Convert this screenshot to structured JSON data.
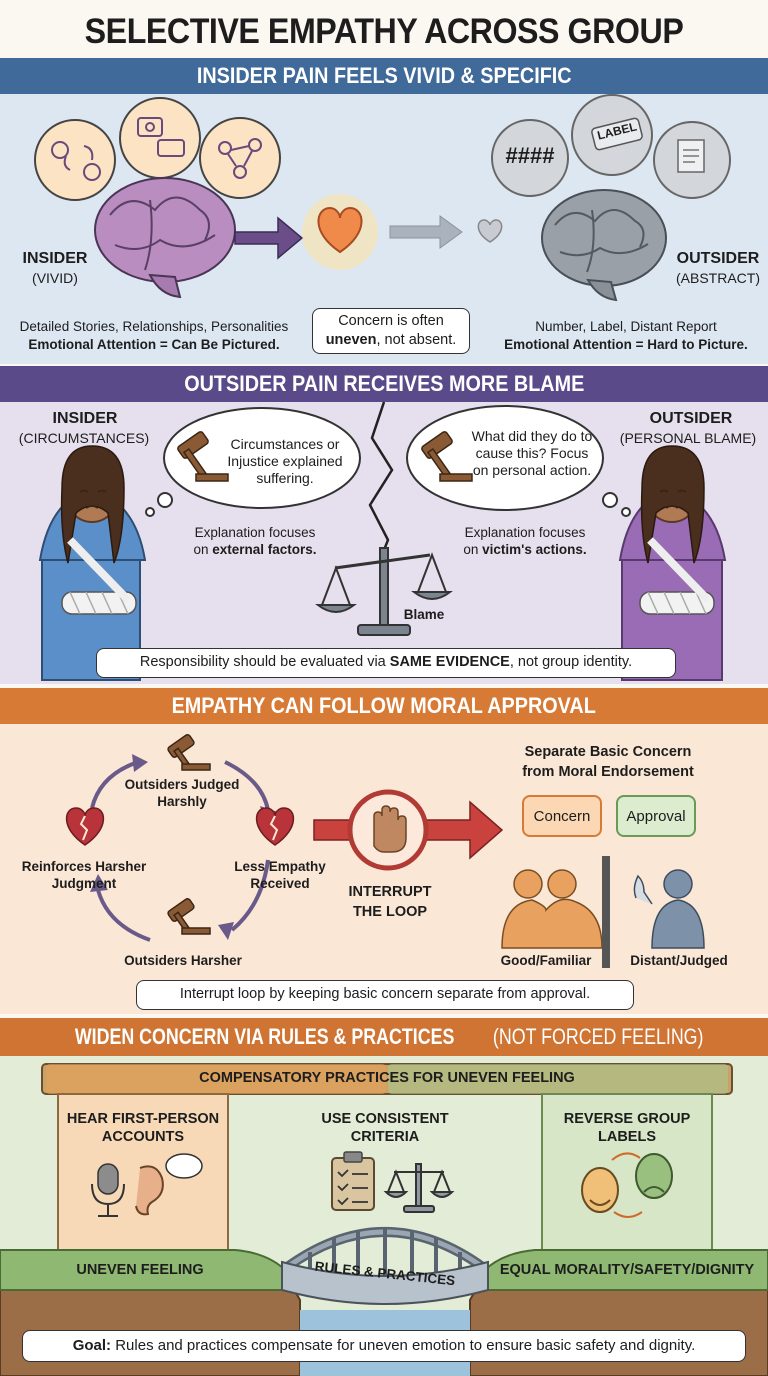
{
  "title": "SELECTIVE EMPATHY ACROSS GROUP BOUNDARIES",
  "colors": {
    "band1": "#3f6a99",
    "band2": "#5a4a8a",
    "band3": "#d77a35",
    "band4": "#cf7432",
    "panel1": "#dde7f2",
    "panel2": "#e6e0ee",
    "panel3": "#fbe7d6",
    "panel4": "#e2ecd6"
  },
  "section1": {
    "header": "INSIDER PAIN FEELS VIVID & SPECIFIC",
    "insider_label": "INSIDER",
    "insider_sub": "(VIVID)",
    "outsider_label": "OUTSIDER",
    "outsider_sub": "(ABSTRACT)",
    "outsider_bubbles": [
      "####",
      "LABEL"
    ],
    "insider_caption_1": "Detailed Stories, Relationships, Personalities",
    "insider_caption_2": "Emotional Attention = Can Be Pictured.",
    "center_note_1": "Concern is often",
    "center_note_bold": "uneven",
    "center_note_2": ", not absent.",
    "outsider_caption_1": "Number, Label, Distant Report",
    "outsider_caption_2": "Emotional Attention = Hard to Picture."
  },
  "section2": {
    "header": "OUTSIDER PAIN RECEIVES MORE BLAME",
    "insider_label": "INSIDER",
    "insider_sub": "(CIRCUMSTANCES)",
    "outsider_label": "OUTSIDER",
    "outsider_sub": "(PERSONAL BLAME)",
    "insider_thought": "Circumstances or Injustice explained suffering.",
    "outsider_thought": "What did they do to cause this? Focus on personal action.",
    "insider_expl_1": "Explanation focuses",
    "insider_expl_2a": "on ",
    "insider_expl_2b": "external factors.",
    "outsider_expl_1": "Explanation focuses",
    "outsider_expl_2a": "on ",
    "outsider_expl_2b": "victim's actions.",
    "scale_label": "Blame",
    "note_a": "Responsibility should be evaluated via ",
    "note_b": "SAME EVIDENCE",
    "note_c": ", not group identity."
  },
  "section3": {
    "header": "EMPATHY CAN FOLLOW MORAL APPROVAL",
    "cycle": [
      "Outsiders Judged Harshly",
      "Less Empathy Received",
      "Outsiders Harsher",
      "Reinforces Harsher Judgment"
    ],
    "interrupt_1": "INTERRUPT",
    "interrupt_2": "THE LOOP",
    "separate_1": "Separate Basic Concern",
    "separate_2": "from Moral Endorsement",
    "concern": "Concern",
    "approval": "Approval",
    "good_label": "Good/Familiar",
    "distant_label": "Distant/Judged",
    "note": "Interrupt loop by keeping basic concern separate from approval."
  },
  "section4": {
    "header_main": "WIDEN CONCERN VIA RULES & PRACTICES",
    "header_paren": "(NOT FORCED FEELING)",
    "banner": "COMPENSATORY PRACTICES FOR UNEVEN FEELING",
    "practice_1": "HEAR FIRST-PERSON ACCOUNTS",
    "practice_2": "USE CONSISTENT CRITERIA",
    "practice_3": "REVERSE GROUP LABELS",
    "left_cliff": "UNEVEN FEELING",
    "right_cliff": "EQUAL MORALITY/SAFETY/DIGNITY",
    "bridge": "RULES & PRACTICES",
    "goal_bold": "Goal:",
    "goal_text": " Rules and practices compensate for uneven emotion to ensure basic safety and dignity."
  }
}
